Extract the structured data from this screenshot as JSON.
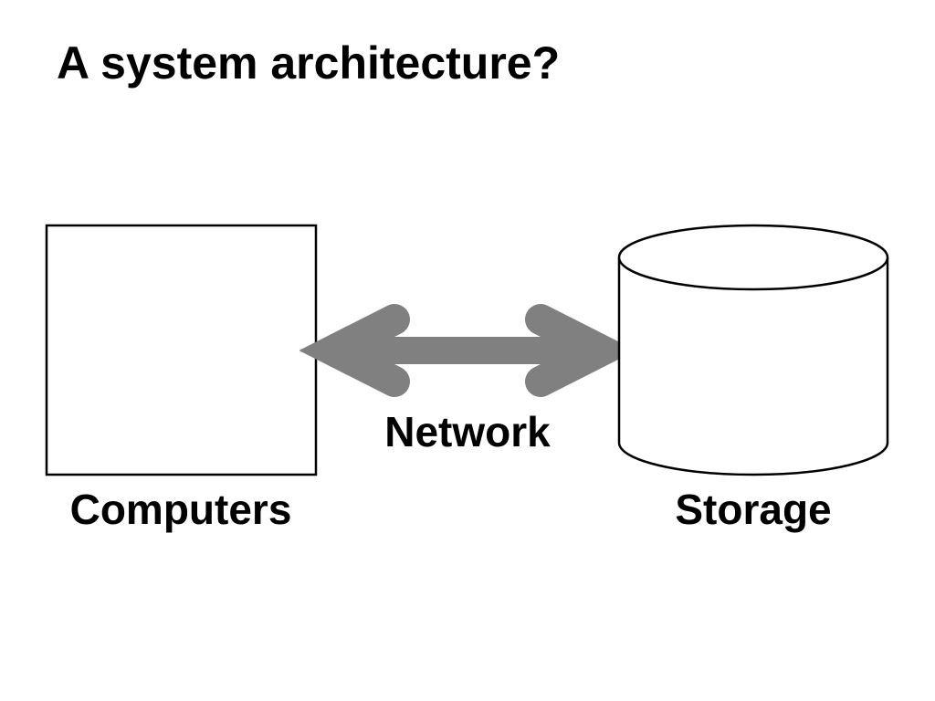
{
  "slide": {
    "title": "A system architecture?"
  },
  "diagram": {
    "nodes": [
      {
        "id": "computers",
        "shape": "rectangle",
        "label": "Computers"
      },
      {
        "id": "storage",
        "shape": "cylinder",
        "label": "Storage"
      }
    ],
    "edges": [
      {
        "from": "computers",
        "to": "storage",
        "direction": "bidirectional",
        "label": "Network"
      }
    ],
    "colors": {
      "stroke": "#000000",
      "arrow": "#808080",
      "background": "#ffffff"
    }
  }
}
